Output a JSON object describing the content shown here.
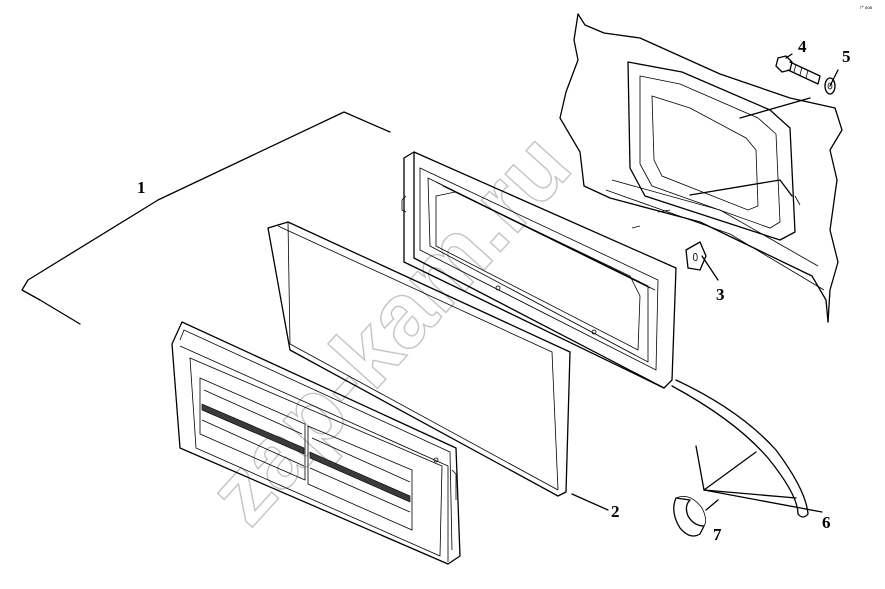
{
  "callouts": {
    "c1": "1",
    "c2": "2",
    "c3": "3",
    "c4": "4",
    "c5": "5",
    "c6": "6",
    "c7": "7"
  },
  "watermark": "zap-kam.ru",
  "corner_mark": "r* ooo"
}
